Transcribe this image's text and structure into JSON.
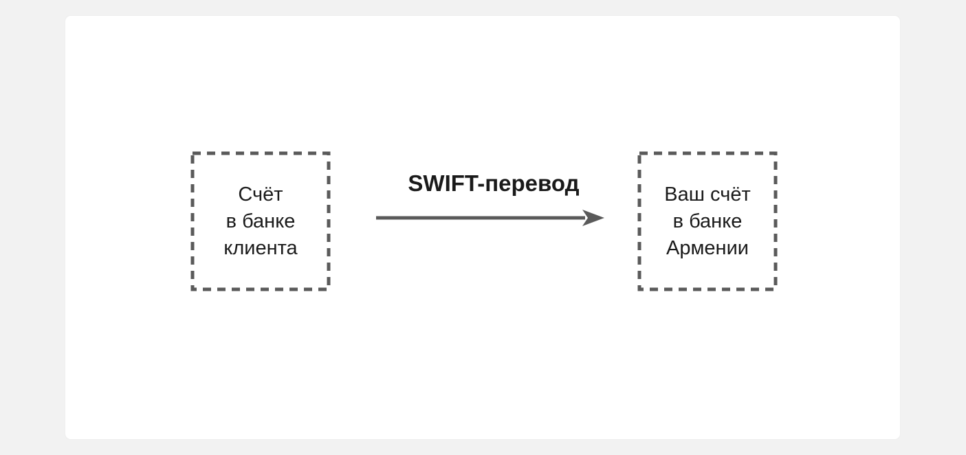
{
  "diagram": {
    "source_node": {
      "lines": [
        "Счёт",
        "в банке",
        "клиента"
      ]
    },
    "target_node": {
      "lines": [
        "Ваш счёт",
        "в банке",
        "Армении"
      ]
    },
    "edge": {
      "label": "SWIFT-перевод"
    }
  },
  "colors": {
    "background": "#f2f2f2",
    "card": "#ffffff",
    "dashed_border": "#5a5a5a",
    "arrow": "#5a5a5a",
    "text": "#1a1a1a"
  }
}
